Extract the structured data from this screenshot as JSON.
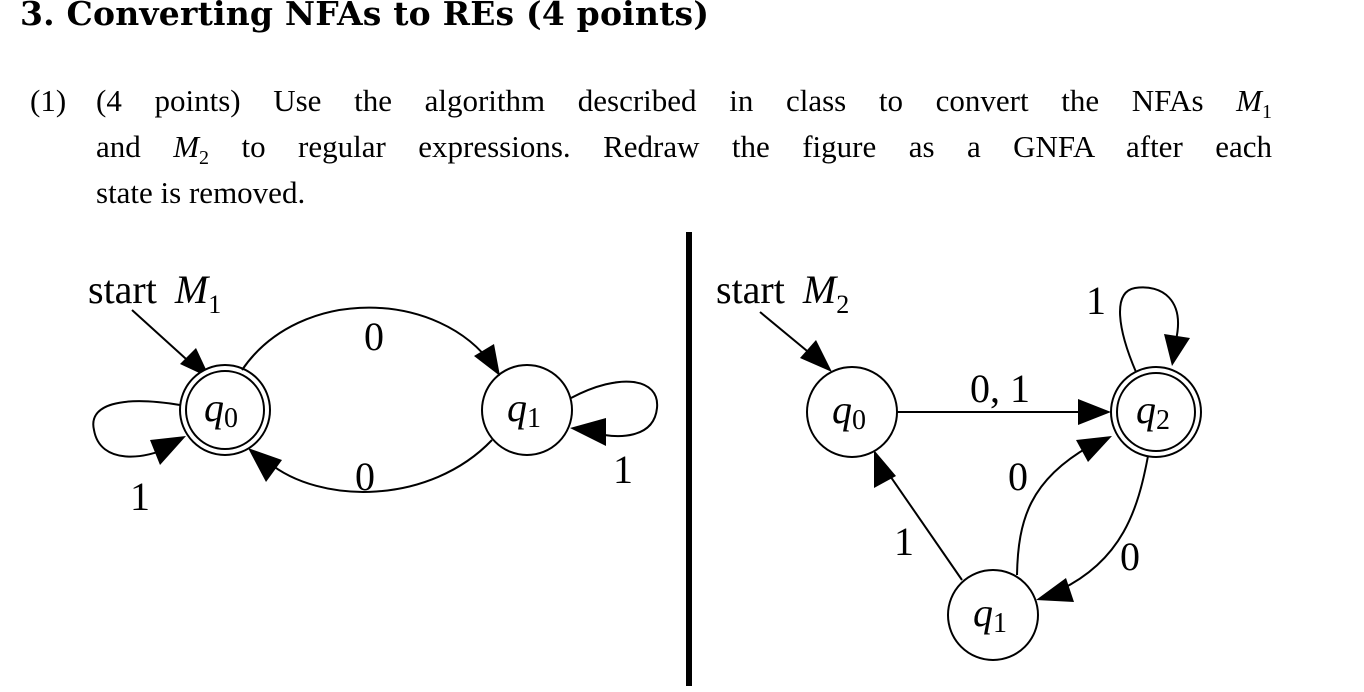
{
  "section": {
    "heading": "3. Converting NFAs to REs (4 points)"
  },
  "problem": {
    "number": "(1)",
    "points": "(4 points)",
    "lines": [
      "(4 points) Use the algorithm described in class to convert the NFAs M1",
      "and M2 to regular expressions. Redraw the figure as a GNFA after each",
      "state is removed."
    ]
  },
  "figure_left": {
    "start_label": "start",
    "machine": "M",
    "machine_sub": "1",
    "states": [
      {
        "name": "q",
        "sub": "0",
        "accepting": true,
        "start": true
      },
      {
        "name": "q",
        "sub": "1",
        "accepting": false,
        "start": false
      }
    ],
    "transitions": [
      {
        "from": "q0",
        "to": "q1",
        "label": "0"
      },
      {
        "from": "q1",
        "to": "q0",
        "label": "0"
      },
      {
        "from": "q0",
        "to": "q0",
        "label": "1"
      },
      {
        "from": "q1",
        "to": "q1",
        "label": "1"
      }
    ]
  },
  "figure_right": {
    "start_label": "start",
    "machine": "M",
    "machine_sub": "2",
    "states": [
      {
        "name": "q",
        "sub": "0",
        "accepting": false,
        "start": true
      },
      {
        "name": "q",
        "sub": "1",
        "accepting": false,
        "start": false
      },
      {
        "name": "q",
        "sub": "2",
        "accepting": true,
        "start": false
      }
    ],
    "transitions": [
      {
        "from": "q0",
        "to": "q2",
        "label": "0, 1"
      },
      {
        "from": "q2",
        "to": "q2",
        "label": "1"
      },
      {
        "from": "q1",
        "to": "q2",
        "label": "0"
      },
      {
        "from": "q2",
        "to": "q1",
        "label": "0"
      },
      {
        "from": "q1",
        "to": "q0",
        "label": "1"
      }
    ]
  }
}
